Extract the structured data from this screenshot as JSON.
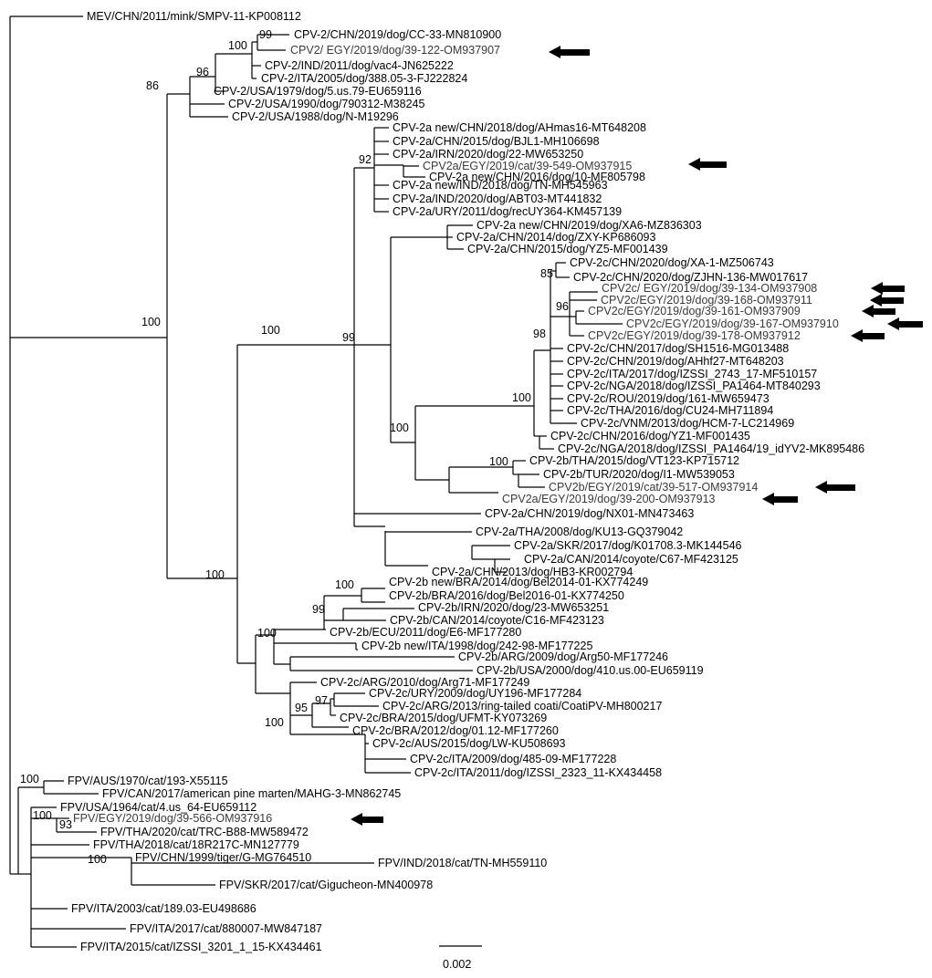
{
  "scale_bar": {
    "label": "0.002"
  },
  "support_values": [
    "100",
    "99",
    "96",
    "86",
    "92",
    "100",
    "100",
    "85",
    "96",
    "98",
    "99",
    "100",
    "100",
    "100",
    "100",
    "99",
    "100",
    "97",
    "95",
    "100",
    "100",
    "93",
    "100"
  ],
  "leaves": [
    "MEV/CHN/2011/mink/SMPV-11-KP008112",
    "CPV-2/CHN/2019/dog/CC-33-MN810900",
    "CPV2/ EGY/2019/dog/39-122-OM937907",
    "CPV-2/IND/2011/dog/vac4-JN625222",
    "CPV-2/ITA/2005/dog/388.05-3-FJ222824",
    "CPV-2/USA/1979/dog/5.us.79-EU659116",
    "CPV-2/USA/1990/dog/790312-M38245",
    "CPV-2/USA/1988/dog/N-M19296",
    "CPV-2a new/CHN/2018/dog/AHmas16-MT648208",
    "CPV-2a/CHN/2015/dog/BJL1-MH106698",
    "CPV-2a/IRN/2020/dog/22-MW653250",
    "CPV2a/EGY/2019/cat/39-549-OM937915",
    "CPV-2a new/CHN/2016/dog/10-MF805798",
    "CPV-2a new/IND/2018/dog/TN-MH545963",
    "CPV-2a/IND/2020/dog/ABT03-MT441832",
    "CPV-2a/URY/2011/dog/recUY364-KM457139",
    "CPV-2a new/CHN/2019/dog/XA6-MZ836303",
    "CPV-2a/CHN/2014/dog/ZXY-KP686093",
    "CPV-2a/CHN/2015/dog/YZ5-MF001439",
    "CPV-2c/CHN/2020/dog/XA-1-MZ506743",
    "CPV-2c/CHN/2020/dog/ZJHN-136-MW017617",
    "CPV2c/ EGY/2019/dog/39-134-OM937908",
    "CPV2c/EGY/2019/dog/39-168-OM937911",
    "CPV2c/EGY/2019/dog/39-161-OM937909",
    "CPV2c/EGY/2019/dog/39-167-OM937910",
    "CPV2c/EGY/2019/dog/39-178-OM937912",
    "CPV-2c/CHN/2017/dog/SH1516-MG013488",
    "CPV-2c/CHN/2019/dog/AHhf27-MT648203",
    "CPV-2c/ITA/2017/dog/IZSSI_2743_17-MF510157",
    "CPV-2c/NGA/2018/dog/IZSSI_PA1464-MT840293",
    "CPV-2c/ROU/2019/dog/161-MW659473",
    "CPV-2c/THA/2016/dog/CU24-MH711894",
    "CPV-2c/VNM/2013/dog/HCM-7-LC214969",
    "CPV-2c/CHN/2016/dog/YZ1-MF001435",
    "CPV-2c/NGA/2018/dog/IZSSI_PA1464/19_idYV2-MK895486",
    "CPV-2b/THA/2015/dog/VT123-KP715712",
    "CPV-2b/TUR/2020/dog/I1-MW539053",
    "CPV2b/EGY/2019/cat/39-517-OM937914",
    "CPV2a/EGY/2019/dog/39-200-OM937913",
    "CPV-2a/CHN/2019/dog/NX01-MN473463",
    "CPV-2a/THA/2008/dog/KU13-GQ379042",
    "CPV-2a/SKR/2017/dog/K01708.3-MK144546",
    "CPV-2a/CAN/2014/coyote/C67-MF423125",
    "CPV-2a/CHN/2013/dog/HB3-KR002794",
    "CPV-2b new/BRA/2014/dog/Bel2014-01-KX774249",
    "CPV-2b/BRA/2016/dog/Bel2016-01-KX774250",
    "CPV-2b/IRN/2020/dog/23-MW653251",
    "CPV-2b/CAN/2014/coyote/C16-MF423123",
    "CPV-2b/ECU/2011/dog/E6-MF177280",
    "CPV-2b new/ITA/1998/dog/242-98-MF177225",
    "CPV-2b/ARG/2009/dog/Arg50-MF177246",
    "CPV-2b/USA/2000/dog/410.us.00-EU659119",
    "CPV-2c/ARG/2010/dog/Arg71-MF177249",
    "CPV-2c/URY/2009/dog/UY196-MF177284",
    "CPV-2c/ARG/2013/ring-tailed coati/CoatiPV-MH800217",
    "CPV-2c/BRA/2015/dog/UFMT-KY073269",
    "CPV-2c/BRA/2012/dog/01.12-MF177260",
    "CPV-2c/AUS/2015/dog/LW-KU508693",
    "CPV-2c/ITA/2009/dog/485-09-MF177228",
    "CPV-2c/ITA/2011/dog/IZSSI_2323_11-KX434458",
    "FPV/AUS/1970/cat/193-X55115",
    "FPV/CAN/2017/american pine marten/MAHG-3-MN862745",
    "FPV/USA/1964/cat/4.us_64-EU659112",
    "FPV/EGY/2019/dog/39-566-OM937916",
    "FPV/THA/2020/cat/TRC-B88-MW589472",
    "FPV/THA/2018/cat/18R217C-MN127779",
    "FPV/CHN/1999/tiger/G-MG764510",
    "FPV/IND/2018/cat/TN-MH559110",
    "FPV/SKR/2017/cat/Gigucheon-MN400978",
    "FPV/ITA/2003/cat/189.03-EU498686",
    "FPV/ITA/2017/cat/880007-MW847187",
    "FPV/ITA/2015/cat/IZSSI_3201_1_15-KX434461"
  ],
  "marked_leaves": [
    2,
    11,
    21,
    22,
    23,
    24,
    25,
    37,
    38,
    63
  ],
  "colors": {
    "branch": "#000000",
    "arrow": "#000000",
    "text": "#000000",
    "egy_text": "#3a3a3a"
  },
  "icons": {
    "marker": "left-arrow-icon"
  }
}
